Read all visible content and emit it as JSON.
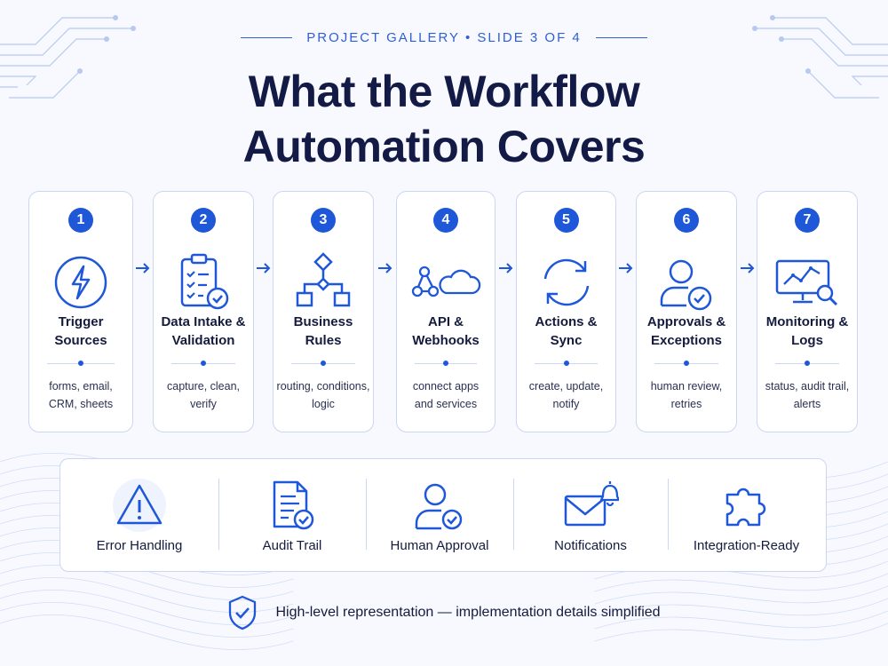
{
  "header": {
    "eyebrow": "PROJECT GALLERY • SLIDE 3 OF 4",
    "title_line1": "What the Workflow",
    "title_line2": "Automation Covers"
  },
  "steps": [
    {
      "number": "1",
      "name_line1": "Trigger",
      "name_line2": "Sources",
      "desc_line1": "forms, email,",
      "desc_line2": "CRM, sheets",
      "icon": "lightning-bolt-icon"
    },
    {
      "number": "2",
      "name_line1": "Data Intake &",
      "name_line2": "Validation",
      "desc_line1": "capture, clean,",
      "desc_line2": "verify",
      "icon": "clipboard-checklist-icon"
    },
    {
      "number": "3",
      "name_line1": "Business",
      "name_line2": "Rules",
      "desc_line1": "routing, conditions,",
      "desc_line2": "logic",
      "icon": "decision-flow-icon"
    },
    {
      "number": "4",
      "name_line1": "API &",
      "name_line2": "Webhooks",
      "desc_line1": "connect apps",
      "desc_line2": "and services",
      "icon": "webhook-cloud-icon"
    },
    {
      "number": "5",
      "name_line1": "Actions &",
      "name_line2": "Sync",
      "desc_line1": "create, update,",
      "desc_line2": "notify",
      "icon": "sync-arrows-icon"
    },
    {
      "number": "6",
      "name_line1": "Approvals &",
      "name_line2": "Exceptions",
      "desc_line1": "human review,",
      "desc_line2": "retries",
      "icon": "user-check-icon"
    },
    {
      "number": "7",
      "name_line1": "Monitoring &",
      "name_line2": "Logs",
      "desc_line1": "status, audit trail,",
      "desc_line2": "alerts",
      "icon": "monitor-chart-icon"
    }
  ],
  "features": [
    {
      "label": "Error Handling",
      "icon": "warning-triangle-icon"
    },
    {
      "label": "Audit Trail",
      "icon": "document-check-icon"
    },
    {
      "label": "Human Approval",
      "icon": "user-check-icon"
    },
    {
      "label": "Notifications",
      "icon": "mail-bell-icon"
    },
    {
      "label": "Integration-Ready",
      "icon": "puzzle-piece-icon"
    }
  ],
  "footer": {
    "text": "High-level representation — implementation details simplified",
    "icon": "shield-check-icon"
  },
  "colors": {
    "accent": "#1f57d9",
    "title": "#121a45",
    "border": "#c9d7f4",
    "background": "#f7f9fe"
  }
}
